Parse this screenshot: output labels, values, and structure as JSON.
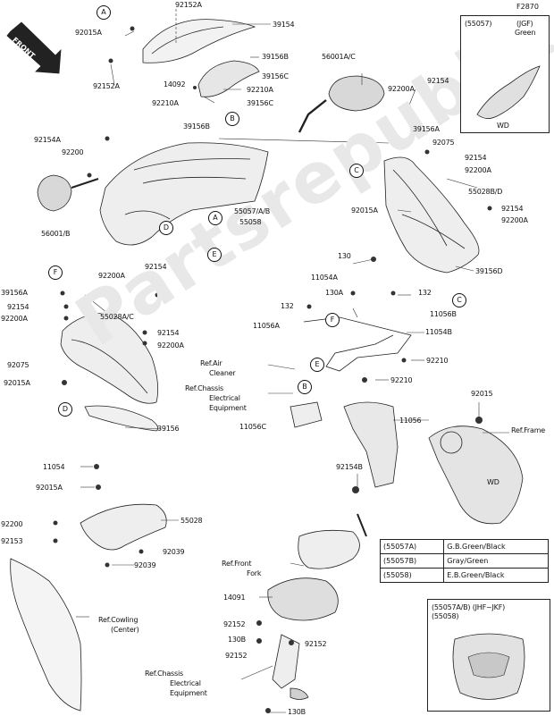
{
  "figure_id": "F2870",
  "watermark": "Partsrepublik",
  "front_label": "FRONT",
  "labels": {
    "p92152A_top": "92152A",
    "p39154": "39154",
    "pA_top": "A",
    "p92015A_1": "92015A",
    "p92152A_left": "92152A",
    "p39156B_1": "39156B",
    "p56001AC": "56001A/C",
    "p39156C_1": "39156C",
    "p14092": "14092",
    "p92210A_1": "92210A",
    "p92210A_2": "92210A",
    "p39156C_2": "39156C",
    "pB_1": "B",
    "p39156B_2": "39156B",
    "p92200A_1": "92200A",
    "p92154_1": "92154",
    "p39156A_1": "39156A",
    "p92154A": "92154A",
    "p92075_1": "92075",
    "p92200": "92200",
    "pC_1": "C",
    "p92154_2": "92154",
    "p92200A_2": "92200A",
    "p55028BD": "55028B/D",
    "p92154_3": "92154",
    "p92200A_3": "92200A",
    "p92015A_2": "92015A",
    "p55057AB": "55057/A/B",
    "p55058_1": "55058",
    "pA_2": "A",
    "pD_1": "D",
    "pE_1": "E",
    "p56001B": "56001/B",
    "p130_1": "130",
    "p39156D": "39156D",
    "pF_1": "F",
    "p92200A_4": "92200A",
    "p92154_4": "92154",
    "p39156A_2": "39156A",
    "p92154_5": "92154",
    "p92200A_5": "92200A",
    "p55028AC": "55028A/C",
    "p11054A": "11054A",
    "p130A": "130A",
    "p132_1": "132",
    "p132_2": "132",
    "pC_2": "C",
    "p11056A": "11056A",
    "pF_2": "F",
    "p11056B": "11056B",
    "p11054B": "11054B",
    "p92154_6": "92154",
    "p92200A_6": "92200A",
    "p92075_2": "92075",
    "p92015A_3": "92015A",
    "pD_2": "D",
    "pE_2": "E",
    "p92210_1": "92210",
    "p92210_2": "92210",
    "refAir1": "Ref.Air",
    "refAir2": "Cleaner",
    "refChassis1a": "Ref.Chassis",
    "refChassis1b": "Electrical",
    "refChassis1c": "Equipment",
    "pB_2": "B",
    "p92015": "92015",
    "p11056C": "11056C",
    "p11056": "11056",
    "refFrame": "Ref.Frame",
    "p39156": "39156",
    "p11054": "11054",
    "p92015A_4": "92015A",
    "p92154B": "92154B",
    "wd1": "WD",
    "p92200_2": "92200",
    "p92153": "92153",
    "p55028": "55028",
    "p92039_1": "92039",
    "p92039_2": "92039",
    "refFront1": "Ref.Front",
    "refFront2": "Fork",
    "p14091": "14091",
    "refCowl1": "Ref.Cowling",
    "refCowl2": "(Center)",
    "p92152_1": "92152",
    "p130B_1": "130B",
    "p92152_2": "92152",
    "p92152_3": "92152",
    "refChassis2a": "Ref.Chassis",
    "refChassis2b": "Electrical",
    "refChassis2c": "Equipment",
    "p130B_2": "130B"
  },
  "inset_top": {
    "code": "(55057)",
    "model": "(JGF)",
    "color": "Green",
    "wd": "WD"
  },
  "inset_bottom": {
    "codes": "(55057A/B) (JHF~JKF)",
    "code2": "(55058)"
  },
  "color_table": [
    {
      "part": "(55057A)",
      "color": "G.B.Green/Black"
    },
    {
      "part": "(55057B)",
      "color": "Gray/Green"
    },
    {
      "part": "(55058)",
      "color": "E.B.Green/Black"
    }
  ]
}
